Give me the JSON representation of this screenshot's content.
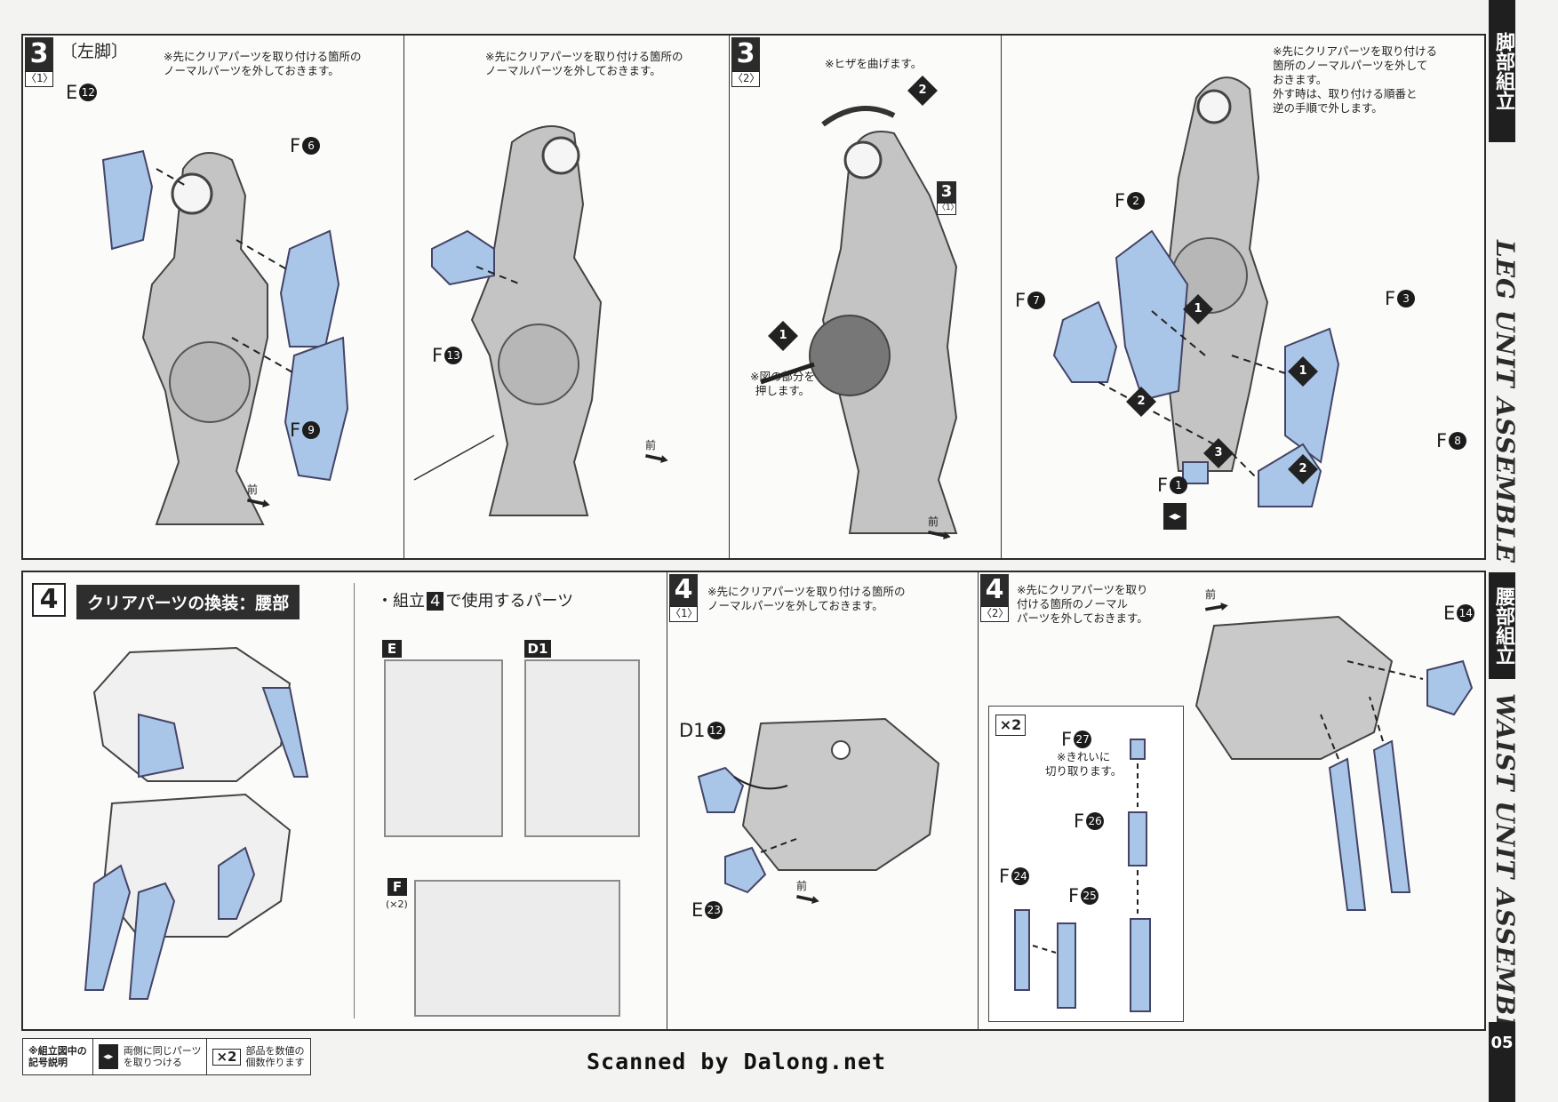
{
  "step3": {
    "number": "3",
    "sub1": "〈1〉",
    "sub2": "〈2〉",
    "heading": "〔左脚〕",
    "note_a": "※先にクリアパーツを取り付ける箇所の\nノーマルパーツを外しておきます。",
    "note_b": "※先にクリアパーツを取り付ける箇所の\nノーマルパーツを外しておきます。",
    "note_knee": "※ヒザを曲げます。",
    "note_press": "※図の部分を\n押します。",
    "note_c": "※先にクリアパーツを取り付ける\n箇所のノーマルパーツを外して\nおきます。\n外す時は、取り付ける順番と\n逆の手順で外します。",
    "ref": "3",
    "ref_sub": "〈1〉",
    "parts": {
      "e12": "E",
      "f6": "F",
      "f9": "F",
      "f13": "F",
      "f2": "F",
      "f7": "F",
      "f3": "F",
      "f8": "F",
      "f1": "F"
    },
    "front": "前"
  },
  "step4": {
    "number": "4",
    "title": "クリアパーツの換装：腰部",
    "parts_used_prefix": "・組立",
    "parts_used_num": "4",
    "parts_used_suffix": "で使用するパーツ",
    "runner_e": "E",
    "runner_d1": "D1",
    "runner_f": "F",
    "runner_f_qty": "(×2)",
    "sub1": "〈1〉",
    "sub2": "〈2〉",
    "note_1": "※先にクリアパーツを取り付ける箇所の\nノーマルパーツを外しておきます。",
    "note_2": "※先にクリアパーツを取り\n付ける箇所のノーマル\nパーツを外しておきます。",
    "times2": "×2",
    "cut_note": "※きれいに\n切り取ります。",
    "parts": {
      "d1_12": "D1",
      "e23": "E",
      "e14": "E",
      "f27": "F",
      "f26": "F",
      "f24": "F",
      "f25": "F"
    },
    "front": "前"
  },
  "legend": {
    "title": "※組立図中の\n記号説明",
    "both_sides": "両側に同じパーツ\nを取りつける",
    "times2": "×2",
    "multiple": "部品を数値の\n個数作ります"
  },
  "sidebar": {
    "leg_jp": "脚部組立",
    "leg_en": "LEG UNIT ASSEMBLE",
    "waist_jp": "腰部組立",
    "waist_en": "WAIST UNIT ASSEMBLE",
    "page": "05"
  },
  "credit": "Scanned by Dalong.net",
  "colors": {
    "clear_part": "#a9c6e8",
    "normal_part": "#c9c9c9",
    "ink": "#222222"
  }
}
